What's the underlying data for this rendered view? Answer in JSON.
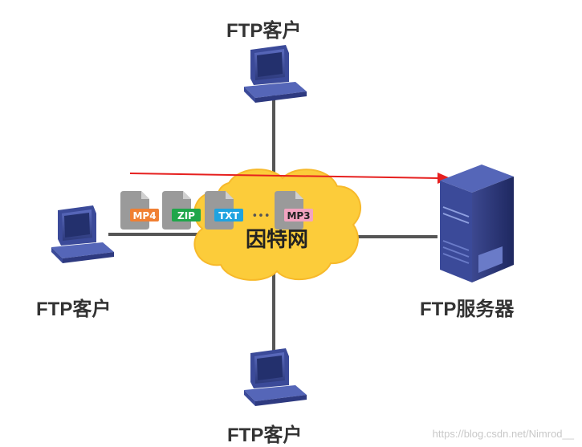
{
  "nodes": {
    "top_client": "FTP客户",
    "left_client": "FTP客户",
    "bottom_client": "FTP客户",
    "server": "FTP服务器",
    "internet": "因特网"
  },
  "files": [
    {
      "label": "MP4",
      "color": "#f07f33"
    },
    {
      "label": "ZIP",
      "color": "#1fa64a"
    },
    {
      "label": "TXT",
      "color": "#1fa3e0"
    },
    {
      "label": "MP3",
      "color": "#f2a3c0"
    }
  ],
  "ellipsis": "•••",
  "watermark": "https://blog.csdn.net/Nimrod__",
  "colors": {
    "cloud": "#fccc3a",
    "link": "#555555",
    "arrow": "#e6201f",
    "computer": "#4a5aa8"
  }
}
